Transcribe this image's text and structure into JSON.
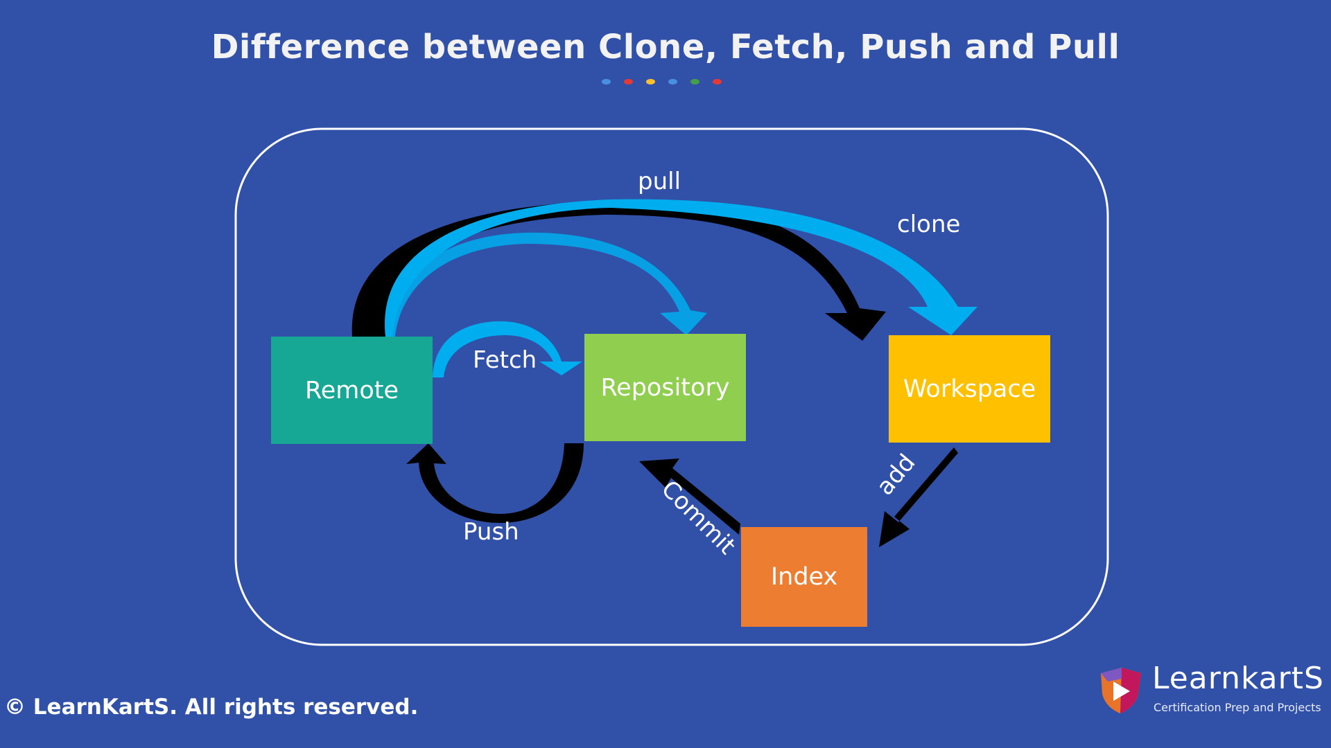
{
  "title": "Difference between Clone, Fetch, Push and Pull",
  "title_dots": [
    "#4A90E2",
    "#E53935",
    "#FBC02D",
    "#4A90E2",
    "#43A047",
    "#E53935"
  ],
  "nodes": {
    "remote": {
      "label": "Remote",
      "color": "#16A795"
    },
    "repository": {
      "label": "Repository",
      "color": "#8FCE4E"
    },
    "workspace": {
      "label": "Workspace",
      "color": "#FFC000"
    },
    "index": {
      "label": "Index",
      "color": "#ED7D31"
    }
  },
  "edges": {
    "pull": "pull",
    "clone": "clone",
    "fetch": "Fetch",
    "push": "Push",
    "commit": "Commit",
    "add": "add"
  },
  "arrow_colors": {
    "light": "#00AEEF",
    "dark": "#000000"
  },
  "copyright": "© LearnKartS. All rights reserved.",
  "logo": {
    "name": "LearnkartS",
    "tagline": "Certification Prep and Projects",
    "icon": "shield-play-icon"
  }
}
